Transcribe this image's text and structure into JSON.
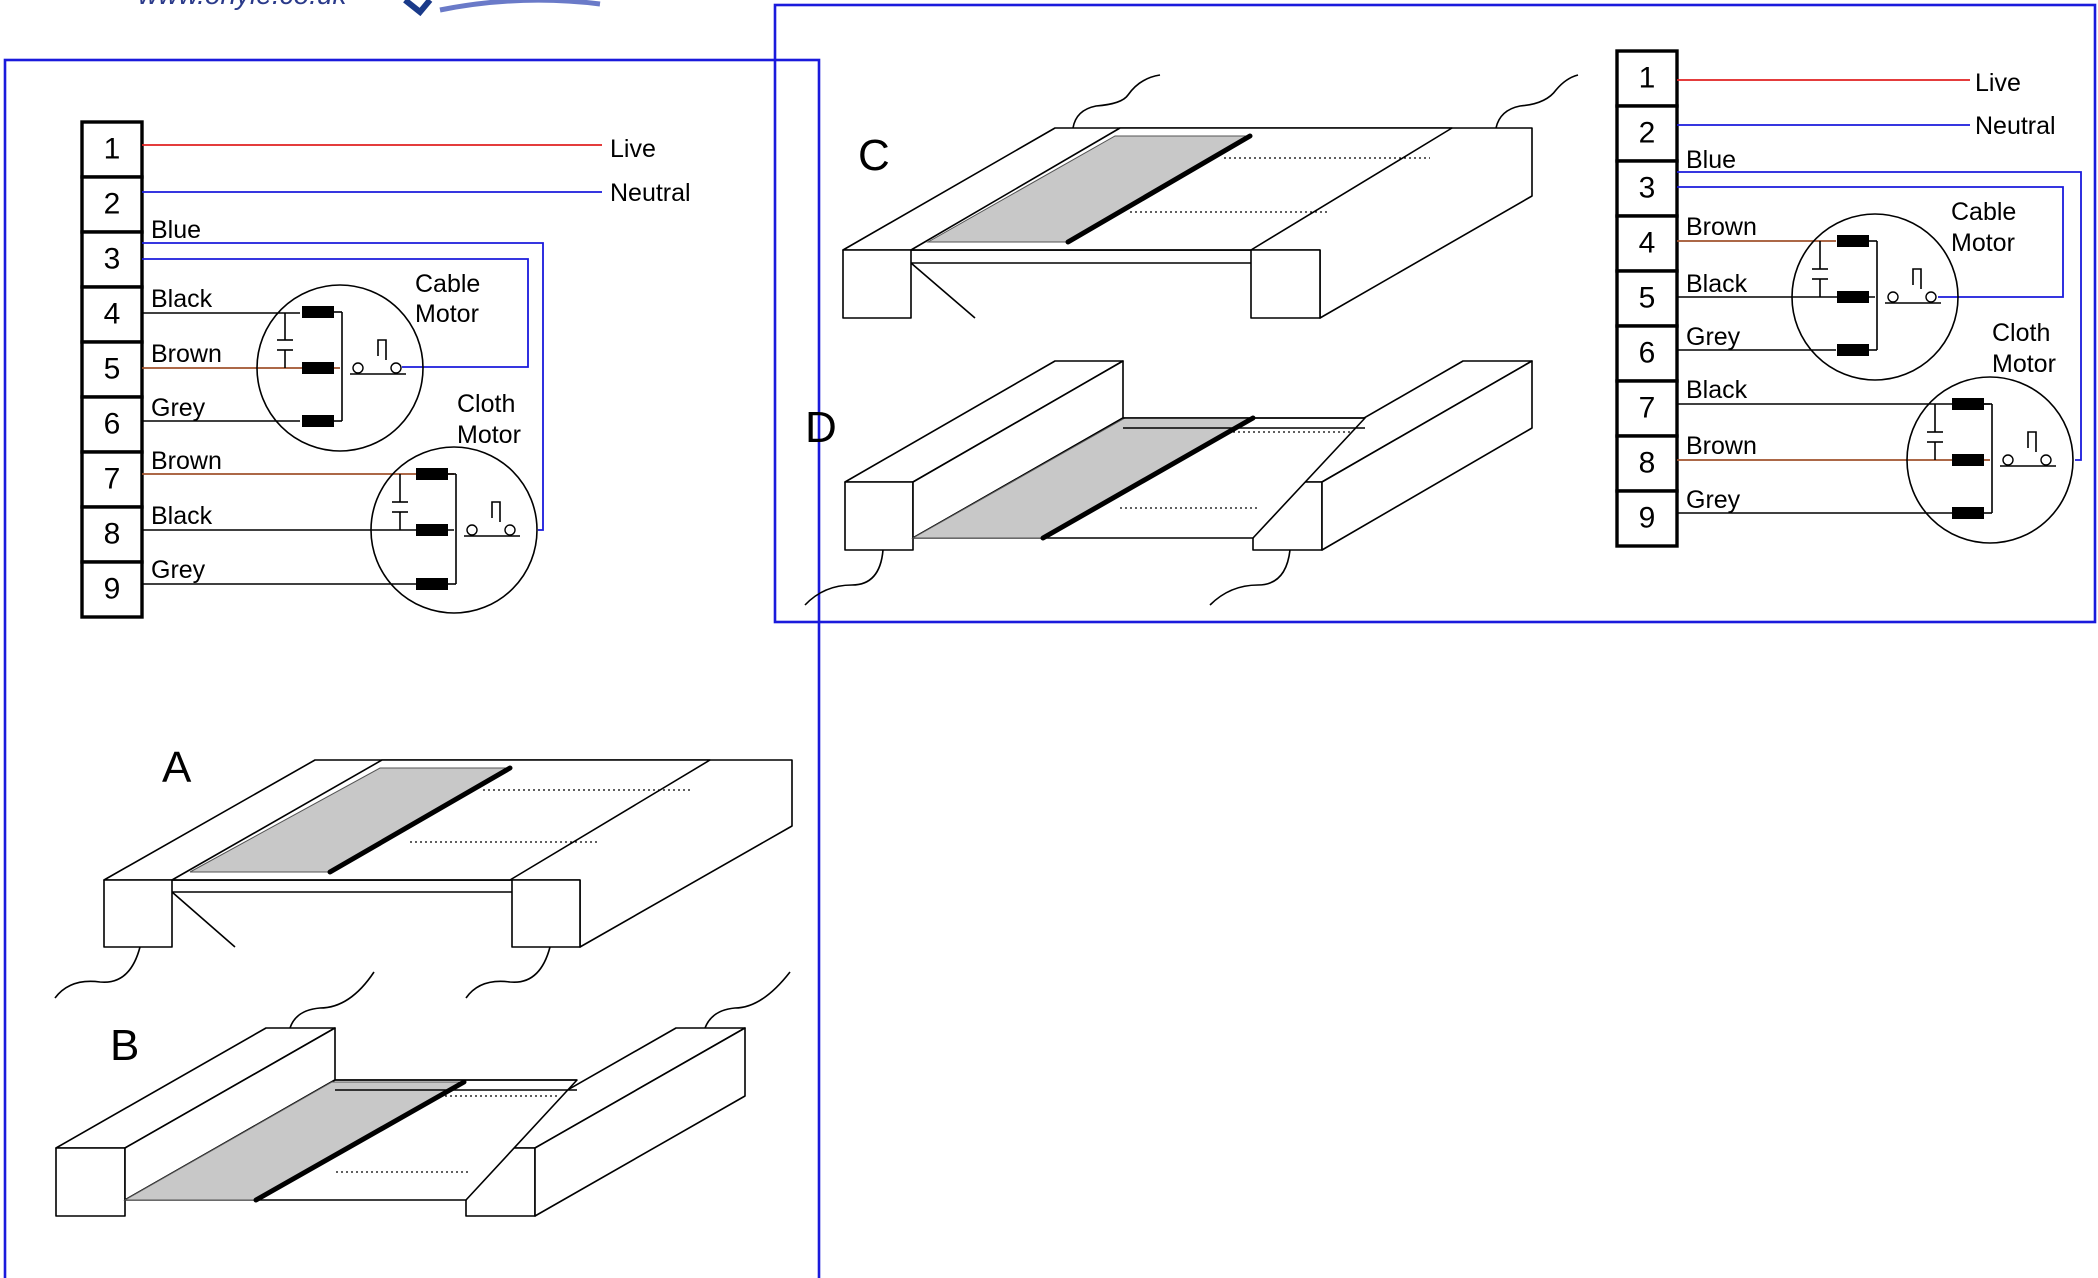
{
  "header_url": "www.onyle.co.uk",
  "left_panel": {
    "terminals": [
      "1",
      "2",
      "3",
      "4",
      "5",
      "6",
      "7",
      "8",
      "9"
    ],
    "live": "Live",
    "neutral": "Neutral",
    "wire_labels": [
      "Blue",
      "Black",
      "Brown",
      "Grey",
      "Brown",
      "Black",
      "Grey"
    ],
    "cable_motor": [
      "Cable",
      "Motor"
    ],
    "cloth_motor": [
      "Cloth",
      "Motor"
    ],
    "figure_a": "A",
    "figure_b": "B"
  },
  "right_panel": {
    "terminals": [
      "1",
      "2",
      "3",
      "4",
      "5",
      "6",
      "7",
      "8",
      "9"
    ],
    "live": "Live",
    "neutral": "Neutral",
    "wire_labels": [
      "Blue",
      "Brown",
      "Black",
      "Grey",
      "Black",
      "Brown",
      "Grey"
    ],
    "cable_motor": [
      "Cable",
      "Motor"
    ],
    "cloth_motor": [
      "Cloth",
      "Motor"
    ],
    "figure_c": "C",
    "figure_d": "D"
  },
  "colors": {
    "box_border": "#1a1adc",
    "live_wire": "#e02020",
    "neutral_wire": "#1a1adc",
    "brown_wire": "#a0522d",
    "cloth": "#c8c8c8"
  }
}
